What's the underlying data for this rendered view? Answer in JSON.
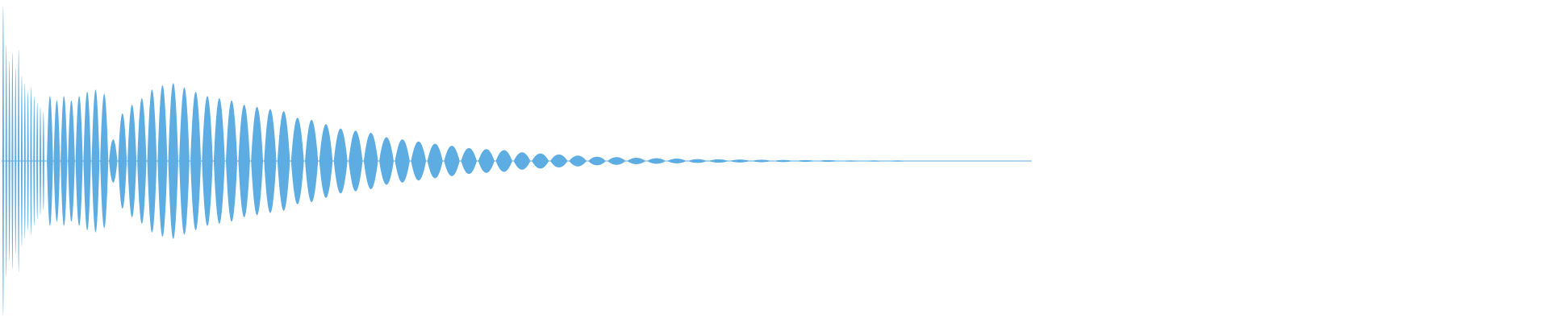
{
  "waveform": {
    "color": "#5dade2",
    "duration_fraction": 0.665,
    "transient": {
      "peaks": [
        1.0,
        0.75,
        0.65,
        0.7,
        0.6,
        0.72,
        0.55,
        0.5,
        0.45,
        0.48,
        0.42,
        0.38,
        0.35,
        0.32
      ],
      "fraction": 0.028
    },
    "pulses": [
      0.3,
      0.28,
      0.3,
      0.28,
      0.3,
      0.32,
      0.33,
      0.31,
      0.1,
      0.22,
      0.26,
      0.29,
      0.33,
      0.35,
      0.36,
      0.34,
      0.32,
      0.3,
      0.29,
      0.28,
      0.26,
      0.25,
      0.24,
      0.23,
      0.2,
      0.19,
      0.17,
      0.15,
      0.14,
      0.13,
      0.11,
      0.1,
      0.09,
      0.08,
      0.07,
      0.06,
      0.055,
      0.05,
      0.04,
      0.035,
      0.03,
      0.025,
      0.02,
      0.018,
      0.015,
      0.013,
      0.011,
      0.009,
      0.008,
      0.007,
      0.006,
      0.005,
      0.004,
      0.004,
      0.003,
      0.003,
      0.003,
      0.002,
      0.002,
      0.002,
      0.002,
      0.002
    ]
  }
}
